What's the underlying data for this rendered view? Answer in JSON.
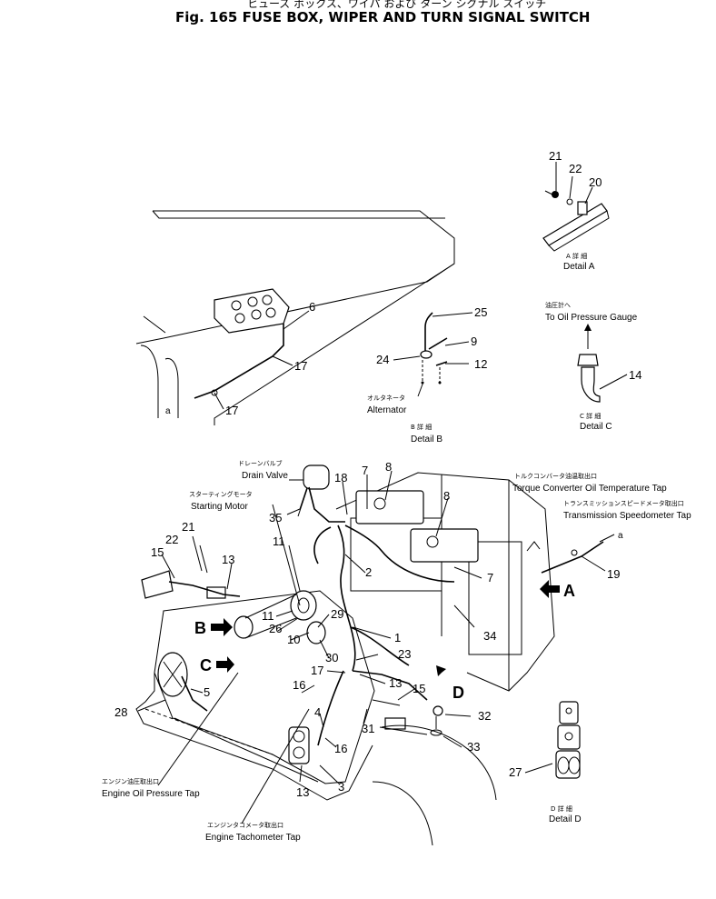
{
  "title": {
    "jp": "ヒューズ ボックス、ワイパ および ターン シグナル スイッチ",
    "en": "Fig. 165   FUSE BOX, WIPER AND TURN SIGNAL SWITCH"
  },
  "details": {
    "a": {
      "jp": "A 詳 細",
      "en": "Detail A"
    },
    "b": {
      "jp": "B 詳 細",
      "en": "Detail B"
    },
    "c": {
      "jp": "C 詳 細",
      "en": "Detail C"
    },
    "d": {
      "jp": "D 詳 細",
      "en": "Detail D"
    }
  },
  "labels": {
    "oil_pressure_gauge": {
      "jp": "油圧計へ",
      "en": "To Oil Pressure Gauge"
    },
    "alternator": {
      "jp": "オルタネータ",
      "en": "Alternator"
    },
    "drain_valve": {
      "jp": "ドレーンバルブ",
      "en": "Drain Valve"
    },
    "starting_motor": {
      "jp": "スターティングモータ",
      "en": "Starting Motor"
    },
    "torque_converter": {
      "jp": "トルクコンバータ油温取出口",
      "en": "Torque Converter Oil Temperature Tap"
    },
    "transmission": {
      "jp": "トランスミッションスピードメータ取出口",
      "en": "Transmission Speedometer Tap"
    },
    "engine_oil": {
      "jp": "エンジン油圧取出口",
      "en": "Engine Oil Pressure Tap"
    },
    "engine_tacho": {
      "jp": "エンジンタコメータ取出口",
      "en": "Engine Tachometer Tap"
    }
  },
  "view_markers": [
    "A",
    "B",
    "C",
    "D"
  ],
  "small_letter": "a",
  "part_numbers": {
    "n1": "1",
    "n3": "3",
    "n4": "4",
    "n5": "5",
    "n6": "6",
    "n7": "7",
    "n8": "8",
    "n9": "9",
    "n10": "10",
    "n11": "11",
    "n12": "12",
    "n13": "13",
    "n14": "14",
    "n15": "15",
    "n16": "16",
    "n17": "17",
    "n19": "19",
    "n20": "20",
    "n21": "21",
    "n22": "22",
    "n23": "23",
    "n24": "24",
    "n25": "25",
    "n26": "26",
    "n27": "27",
    "n28": "28",
    "n29": "29",
    "n30": "30",
    "n31": "31",
    "n32": "32",
    "n33": "33",
    "n34": "34",
    "n35": "35",
    "n2": "2",
    "n18": "18"
  }
}
